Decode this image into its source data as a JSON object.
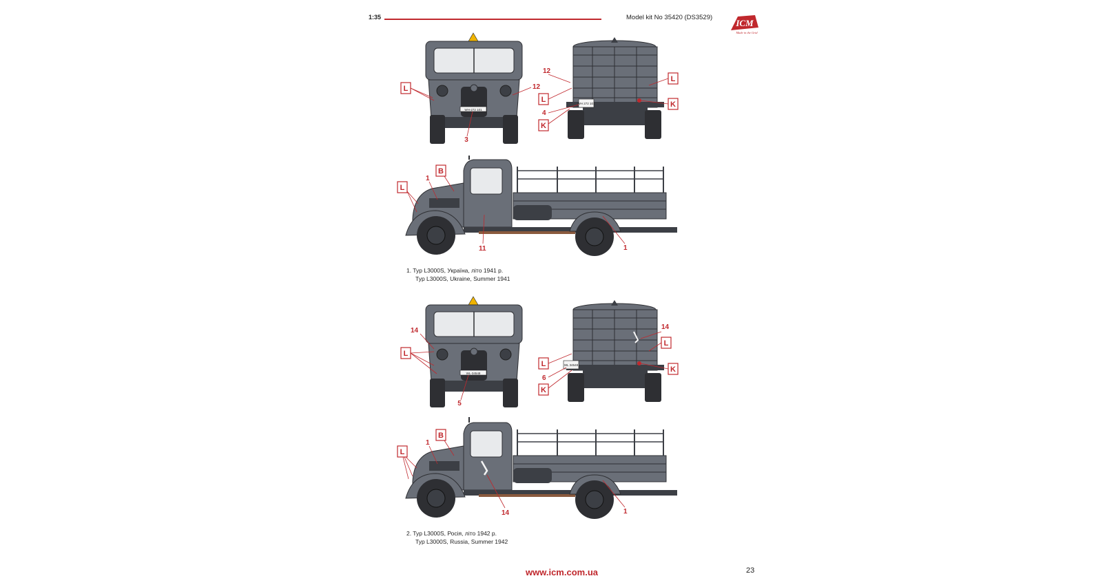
{
  "header": {
    "scale": "1:35",
    "kit": "Model kit No 35420 (DS3529)",
    "logo_text": "ICM",
    "logo_tagline": "Made in the Grid"
  },
  "colors": {
    "accent_red": "#c0282d",
    "body_grey": "#6a6f78",
    "dark_grey": "#3c3f45",
    "tyre": "#2e2f33"
  },
  "schemes": [
    {
      "number": "1",
      "caption_ua": "1. Typ L3000S, Україна, літо 1941 р.",
      "caption_en": "Typ L3000S, Ukraine, Summer 1941",
      "front": {
        "plate": "WH-272 101",
        "labels": [
          "L",
          "12",
          "3"
        ]
      },
      "rear": {
        "plate": "WH 272 101",
        "labels": [
          "12",
          "L",
          "4",
          "K",
          "L",
          "K"
        ]
      },
      "side": {
        "labels": [
          "L",
          "1",
          "B",
          "11",
          "1"
        ]
      }
    },
    {
      "number": "2",
      "caption_ua": "2. Typ L3000S, Росія, літо 1942 р.",
      "caption_en": "Typ L3000S, Russia, Summer 1942",
      "front": {
        "plate": "WL-34548",
        "labels": [
          "14",
          "L",
          "5"
        ]
      },
      "rear": {
        "plate": "WL 34548",
        "labels": [
          "14",
          "L",
          "L",
          "6",
          "K",
          "K"
        ]
      },
      "side": {
        "labels": [
          "L",
          "1",
          "B",
          "14",
          "1"
        ]
      }
    }
  ],
  "footer": {
    "url": "www.icm.com.ua",
    "page_number": "23"
  }
}
